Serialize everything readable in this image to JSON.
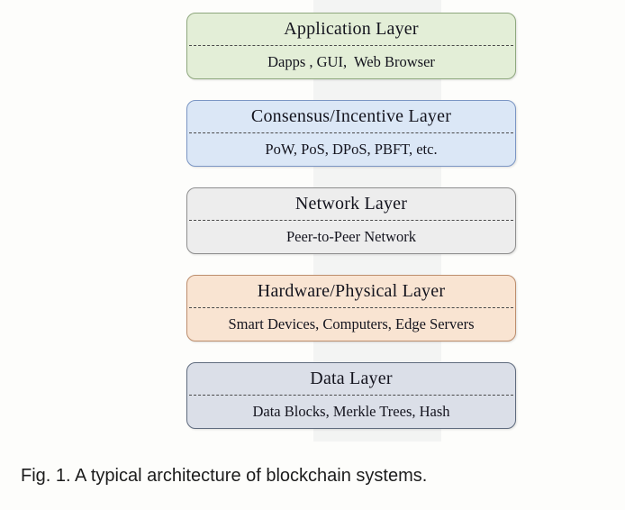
{
  "figure": {
    "caption": "Fig. 1. A typical architecture of blockchain systems.",
    "divider_style": "dashed",
    "divider_color": "#4a4a4a",
    "background_color": "#fdfdfb",
    "layers": [
      {
        "title": "Application Layer",
        "items": "Dapps , GUI,  Web Browser",
        "fill": "#e3eed7",
        "border": "#8fa87e"
      },
      {
        "title": "Consensus/Incentive Layer",
        "items": "PoW, PoS, DPoS, PBFT, etc.",
        "fill": "#dbe7f6",
        "border": "#7b96c4"
      },
      {
        "title": "Network Layer",
        "items": "Peer-to-Peer Network",
        "fill": "#ededed",
        "border": "#8f8f8f"
      },
      {
        "title": "Hardware/Physical Layer",
        "items": "Smart Devices, Computers, Edge Servers",
        "fill": "#f9e4d2",
        "border": "#bd8e6d"
      },
      {
        "title": "Data Layer",
        "items": "Data Blocks, Merkle Trees, Hash",
        "fill": "#dbdfe8",
        "border": "#5f6b7e"
      }
    ]
  }
}
